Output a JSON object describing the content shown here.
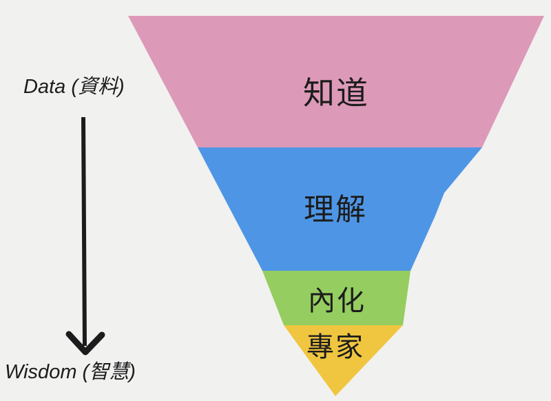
{
  "canvas": {
    "background_color": "#f1f1f0",
    "text_color": "#1c1c1c"
  },
  "funnel": {
    "type": "inverted-pyramid",
    "levels": [
      {
        "id": "know",
        "label": "知道",
        "color": "#dd99b8"
      },
      {
        "id": "understand",
        "label": "理解",
        "color": "#4e96e5"
      },
      {
        "id": "internalize",
        "label": "內化",
        "color": "#95cd60"
      },
      {
        "id": "expert",
        "label": "專家",
        "color": "#f0c640"
      }
    ]
  },
  "axis": {
    "top_label": "Data (資料)",
    "bottom_label": "Wisdom (智慧)",
    "arrow": {
      "direction": "down",
      "color": "#1c1c1c"
    }
  }
}
